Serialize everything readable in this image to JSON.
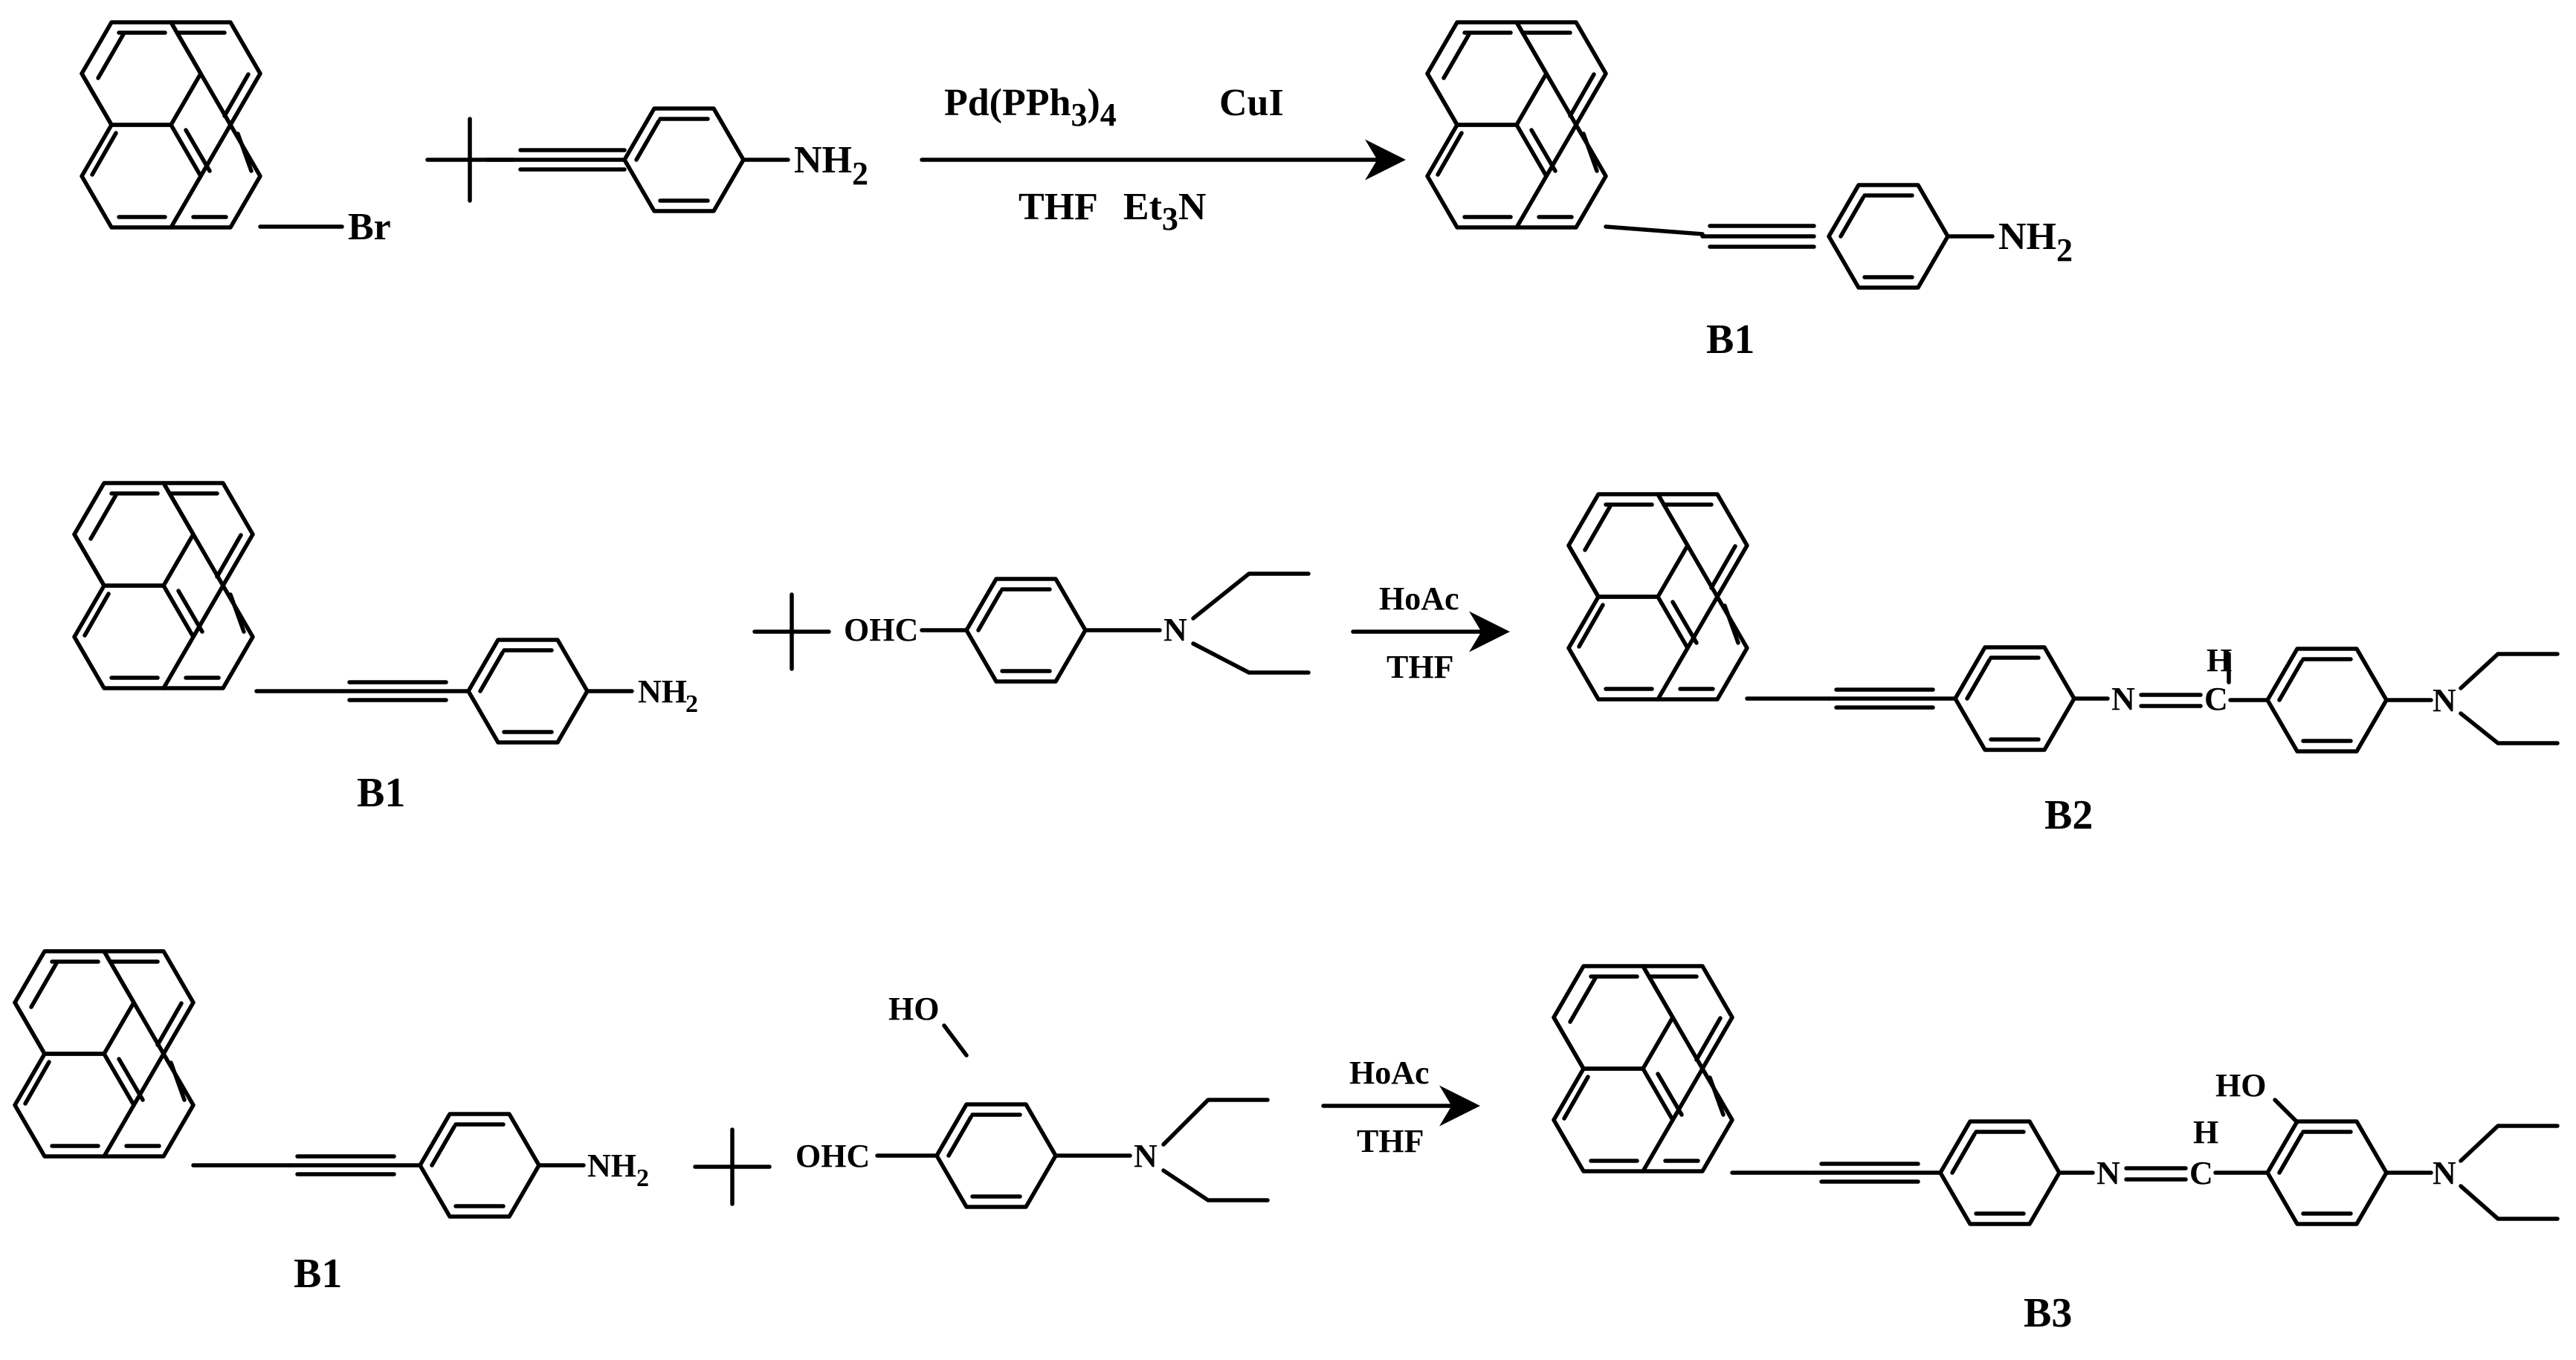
{
  "rows": [
    {
      "reagent_bromo": "Br",
      "reagent_amine": "NH",
      "sub2": "2",
      "cat_line1_a": "Pd(PPh",
      "cat_sub3": "3",
      "cat_paren": ")",
      "cat_sub4": "4",
      "cat_cui": "CuI",
      "solv_thf": "THF",
      "solv_et": "Et",
      "solv_sub3": "3",
      "solv_n": "N",
      "product_amine": "NH",
      "product_sub2": "2",
      "product_label": "B1"
    },
    {
      "reactant_amine": "NH",
      "reactant_sub2": "2",
      "reactant_label": "B1",
      "aldehyde": "OHC",
      "aldehyde_n": "N",
      "cond_top": "HoAc",
      "cond_bottom": "THF",
      "imine_n": "N",
      "imine_h": "H",
      "imine_c": "C",
      "amine_n": "N",
      "product_label": "B2"
    },
    {
      "reactant_amine": "NH",
      "reactant_sub2": "2",
      "reactant_label": "B1",
      "aldehyde_oh": "HO",
      "aldehyde": "OHC",
      "aldehyde_n": "N",
      "cond_top": "HoAc",
      "cond_bottom": "THF",
      "imine_n": "N",
      "imine_h": "H",
      "imine_c": "C",
      "product_oh": "HO",
      "amine_n": "N",
      "product_label": "B3"
    }
  ]
}
